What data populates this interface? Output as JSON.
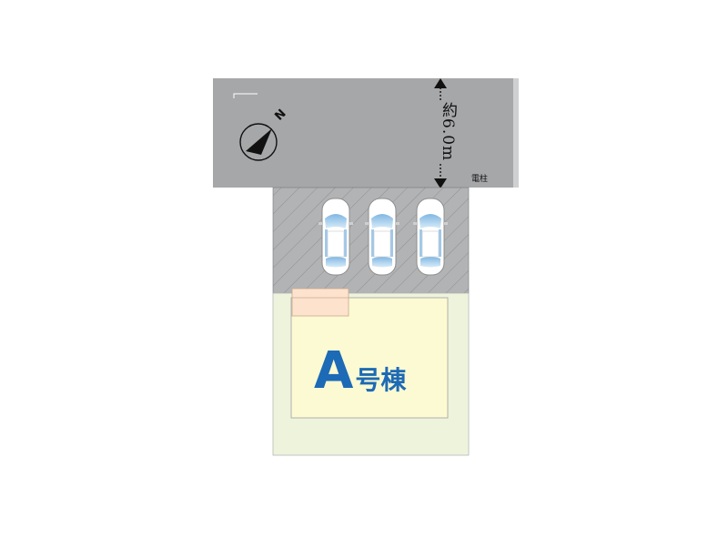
{
  "road": {
    "width_label": "約6.0m",
    "utility_pole_label": "電柱"
  },
  "compass": {
    "north_label": "N",
    "icon": "north-arrow-icon"
  },
  "parking": {
    "car_icon": "car-icon",
    "car_count": 3
  },
  "building": {
    "letter": "A",
    "suffix": "号棟"
  },
  "colors": {
    "road": "#a6a7a9",
    "parking": "#b2b3b5",
    "lot": "#eef3dc",
    "building": "#fbfad2",
    "porch": "#fde3ce",
    "label": "#1d6ab6"
  }
}
